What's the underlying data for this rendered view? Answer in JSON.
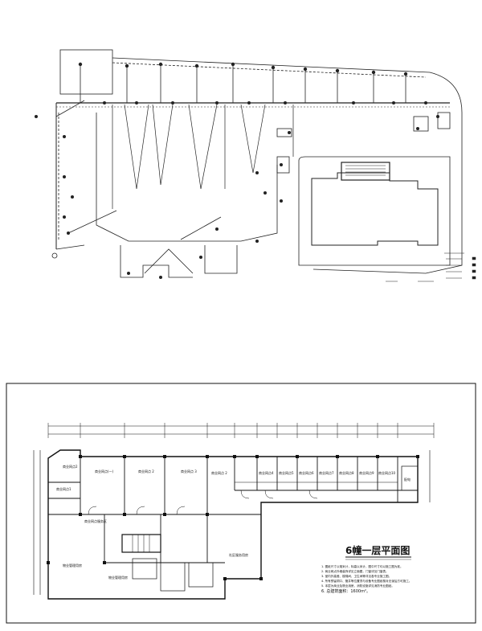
{
  "sheet_bottom": {
    "title": "6幢一层平面图",
    "rooms": [
      {
        "id": "r1",
        "label": "商业网点2"
      },
      {
        "id": "r2",
        "label": "商业网点1"
      },
      {
        "id": "r3",
        "label": "商业网点(一)"
      },
      {
        "id": "r4",
        "label": "商业网点 2"
      },
      {
        "id": "r5",
        "label": "商业网点 3"
      },
      {
        "id": "r6",
        "label": "商业网点 2"
      },
      {
        "id": "r7",
        "label": "商业网点4"
      },
      {
        "id": "r8",
        "label": "商业网点5"
      },
      {
        "id": "r9",
        "label": "商业网点6"
      },
      {
        "id": "r10",
        "label": "商业网点7"
      },
      {
        "id": "r11",
        "label": "商业网点8"
      },
      {
        "id": "r12",
        "label": "商业网点9"
      },
      {
        "id": "r13",
        "label": "商业网点10"
      },
      {
        "id": "r14",
        "label": "配电"
      },
      {
        "id": "r15",
        "label": "商业网点服务区"
      },
      {
        "id": "r16",
        "label": "物业管理用房"
      },
      {
        "id": "r17",
        "label": "物业管理用房"
      },
      {
        "id": "r18",
        "label": "社区服务用房"
      }
    ],
    "notes": [
      "1. 图纸尺寸以毫米计，标高以米计，图中尺寸均以施工图为准。",
      "2. 商业网点外墙装饰详见立面图，门窗详见门窗表。",
      "3. 室内外高差、楼梯间、卫生间等详见各专业施工图。",
      "4. 所有预留洞口、管井等位置须与设备专业图纸核对无误后方可施工。",
      "5. 本层为商业及物业用房，消防设施详见消防专业图纸。",
      "6. 总建筑面积：1600m²。"
    ]
  }
}
